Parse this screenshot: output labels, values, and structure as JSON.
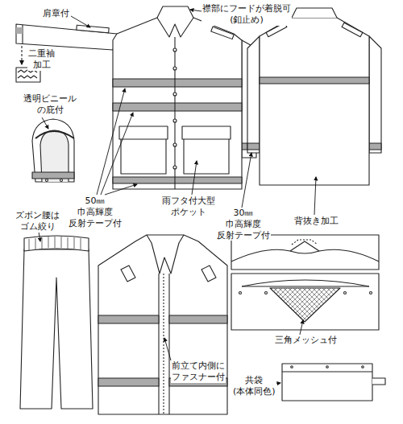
{
  "diagram": {
    "labels": [
      "肩章付",
      "襟部にフードが着脱可 (釦止め)",
      "二重袖 加工",
      "透明ビニール の庇付",
      "50㎜巾高輝度 反射テープ付",
      "雨フタ付大型 ポケット",
      "30㎜巾高輝度 反射テープ付",
      "背抜き加工",
      "ズボン腰は ゴム絞り",
      "前立て内側に ファスナー付",
      "三角メッシュ付",
      "共袋 (本体同色)"
    ]
  }
}
